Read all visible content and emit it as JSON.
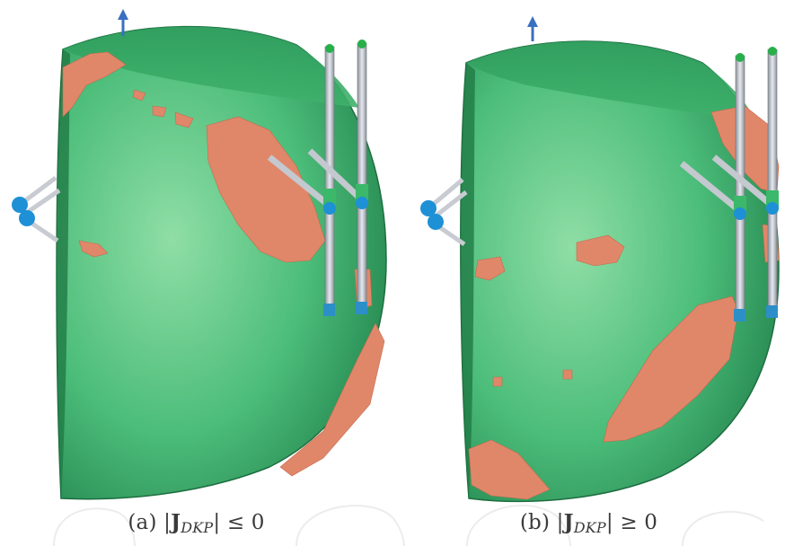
{
  "figure": {
    "panels": [
      {
        "id": "a",
        "caption": {
          "label": "(a)",
          "open": "|",
          "symbol": "J",
          "subscript": "DKP",
          "close": "|",
          "relation": "≤ 0"
        }
      },
      {
        "id": "b",
        "caption": {
          "label": "(b)",
          "open": "|",
          "symbol": "J",
          "subscript": "DKP",
          "close": "|",
          "relation": "≥ 0"
        }
      }
    ],
    "colors": {
      "workspace_green": "#3cb371",
      "workspace_light": "#7fd69a",
      "workspace_dark": "#248a52",
      "singular_orange": "#e0876a",
      "leg_gray": "#b8bcc4",
      "joint_blue": "#1e90d6",
      "cap_green": "#27b04a"
    }
  }
}
